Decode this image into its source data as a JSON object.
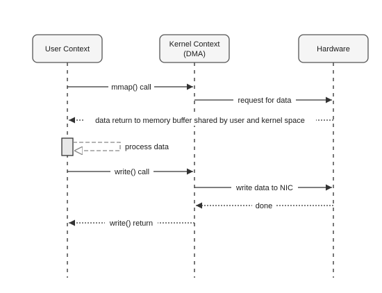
{
  "participants": [
    {
      "id": "user",
      "label_lines": [
        "User Context"
      ]
    },
    {
      "id": "kernel",
      "label_lines": [
        "Kernel Context",
        "(DMA)"
      ]
    },
    {
      "id": "hw",
      "label_lines": [
        "Hardware"
      ]
    }
  ],
  "messages": [
    {
      "from": "user",
      "to": "kernel",
      "label": "mmap() call",
      "style": "solid"
    },
    {
      "from": "kernel",
      "to": "hw",
      "label": "request for data",
      "style": "solid"
    },
    {
      "from": "hw",
      "to": "user",
      "label": "data return to memory buffer shared by user and kernel space",
      "style": "dotted"
    },
    {
      "from": "user",
      "to": "user",
      "label": "process data",
      "style": "self-dashed"
    },
    {
      "from": "user",
      "to": "kernel",
      "label": "write() call",
      "style": "solid"
    },
    {
      "from": "kernel",
      "to": "hw",
      "label": "write data to NIC",
      "style": "solid"
    },
    {
      "from": "hw",
      "to": "kernel",
      "label": "done",
      "style": "dotted"
    },
    {
      "from": "kernel",
      "to": "user",
      "label": "write() return",
      "style": "dotted"
    }
  ],
  "colors": {
    "line": "#333333",
    "box_fill": "#f5f5f5",
    "box_stroke": "#555555",
    "activation_fill": "#e8e8e8",
    "self_arrow": "#888888"
  }
}
